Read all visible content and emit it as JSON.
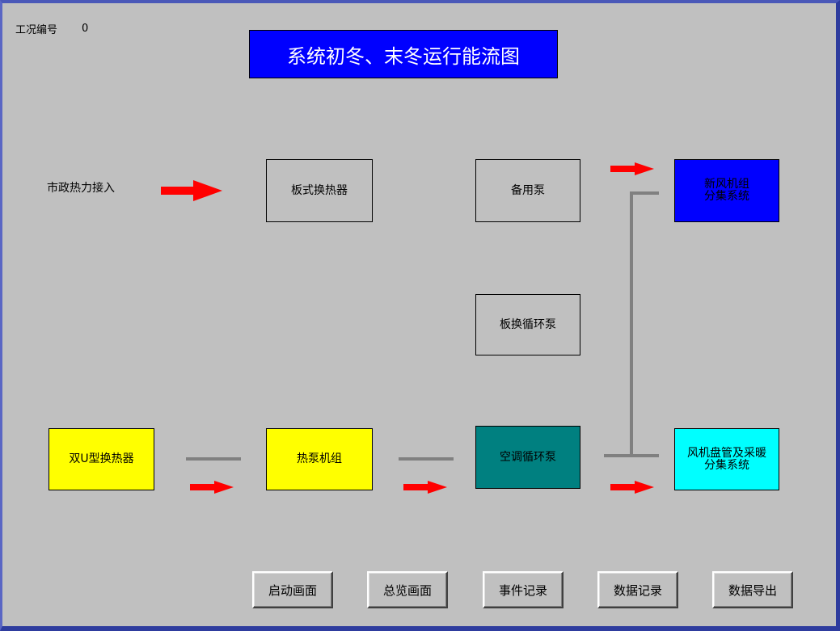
{
  "status": {
    "label": "工况编号",
    "value": "0"
  },
  "title": "系统初冬、末冬运行能流图",
  "labels": {
    "municipal_heat": "市政热力接入"
  },
  "components": {
    "plate_exchanger": {
      "label": "板式换热器",
      "color": "#c0c0c0"
    },
    "standby_pump": {
      "label": "备用泵",
      "color": "#c0c0c0"
    },
    "fresh_air_unit": {
      "label": "新风机组\n分集系统",
      "color": "#0000ff"
    },
    "plate_circ_pump": {
      "label": "板换循环泵",
      "color": "#c0c0c0"
    },
    "double_u_exchanger": {
      "label": "双U型换热器",
      "color": "#ffff00"
    },
    "heat_pump_unit": {
      "label": "热泵机组",
      "color": "#ffff00"
    },
    "ac_circ_pump": {
      "label": "空调循环泵",
      "color": "#008080"
    },
    "fan_coil_system": {
      "label": "风机盘管及采暖\n分集系统",
      "color": "#00ffff"
    }
  },
  "colors": {
    "arrow": "#ff0000",
    "pipe": "#808080",
    "background": "#c0c0c0"
  },
  "buttons": [
    {
      "label": "启动画面"
    },
    {
      "label": "总览画面"
    },
    {
      "label": "事件记录"
    },
    {
      "label": "数据记录"
    },
    {
      "label": "数据导出"
    }
  ]
}
